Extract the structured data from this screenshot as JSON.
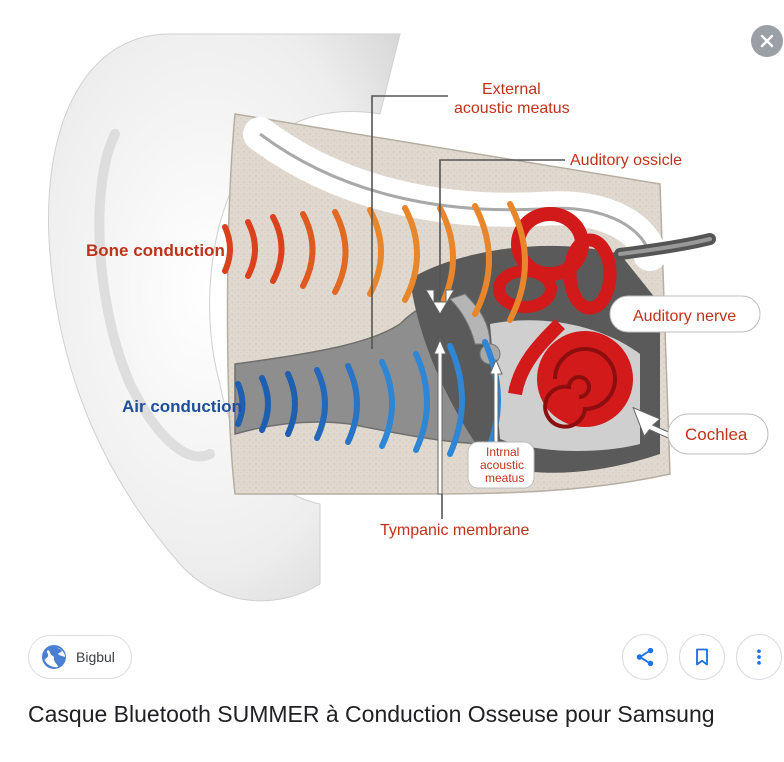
{
  "image": {
    "labels": {
      "bone_conduction": "Bone conduction",
      "air_conduction": "Air conduction",
      "external_meatus_line1": "External",
      "external_meatus_line2": "acoustic meatus",
      "auditory_ossicle": "Auditory ossicle",
      "auditory_nerve": "Auditory nerve",
      "cochlea": "Cochlea",
      "internal_meatus_line1": "Intrnal",
      "internal_meatus_line2": "acoustic",
      "internal_meatus_line3": "meatus",
      "tympanic_membrane": "Tympanic membrane"
    },
    "colors": {
      "bone_wave": "#d9421c",
      "bone_wave_inner": "#e8862c",
      "air_wave": "#1f5fb0",
      "air_wave_inner": "#2f86d4",
      "label_red": "#c0321a",
      "label_blue": "#1d4f9c",
      "organ_red": "#d21a1a"
    }
  },
  "close": {
    "icon": "close-icon"
  },
  "source": {
    "name": "Bigbul",
    "icon": "globe-icon"
  },
  "actions": {
    "share_icon": "share-icon",
    "save_icon": "bookmark-icon",
    "more_icon": "more-vert-icon"
  },
  "title": "Casque Bluetooth SUMMER à Conduction Osseuse pour Samsung"
}
